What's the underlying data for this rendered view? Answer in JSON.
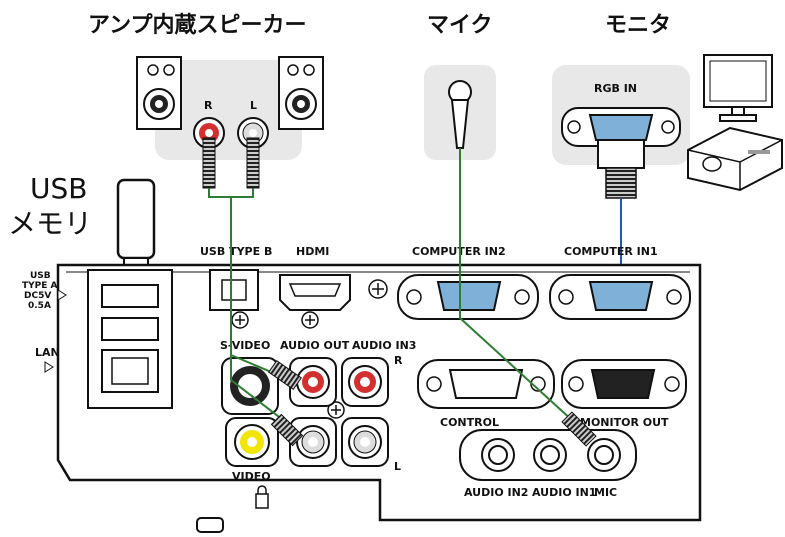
{
  "devices": {
    "speaker": "アンプ内蔵スピーカー",
    "mic": "マイク",
    "monitor": "モニタ",
    "usb_line1": "USB",
    "usb_line2": "メモリ"
  },
  "speaker_channels": {
    "right": "R",
    "left": "L"
  },
  "monitor_port": "RGB IN",
  "ports": {
    "usb_b": "USB TYPE B",
    "hdmi": "HDMI",
    "computer_in2": "COMPUTER IN2",
    "computer_in1": "COMPUTER IN1",
    "s_video": "S-VIDEO",
    "audio_out": "AUDIO OUT",
    "audio_in3": "AUDIO IN3",
    "audio_in3_r": "R",
    "audio_in3_l": "L",
    "video": "VIDEO",
    "control": "CONTROL",
    "monitor_out": "MONITOR OUT",
    "audio_in2": "AUDIO IN2",
    "audio_in1": "AUDIO IN1",
    "mic": "MIC"
  },
  "usb_a": {
    "line1": "USB",
    "line2": "TYPE A",
    "line3": "DC5V",
    "line4": "0.5A"
  },
  "lan": "LAN",
  "colors": {
    "cable_green": "#2e7d32",
    "cable_blue": "#1f57b8",
    "panel_gray": "#e8e8e8",
    "jack_red": "#d32f2f",
    "jack_yellow": "#f2e500",
    "vga_blue": "#7fb0d8"
  }
}
